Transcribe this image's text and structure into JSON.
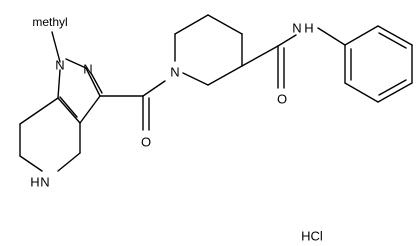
{
  "structure": {
    "atoms": {
      "n1": "N",
      "n2": "N",
      "methyl": "methyl",
      "nh_ring": "N",
      "nh_ring_h": "H",
      "carbonyl_o": "O",
      "n_pip": "N",
      "nh_amide_n": "N",
      "nh_amide_h": "H",
      "amide_o": "O"
    },
    "salt": "HCl"
  }
}
